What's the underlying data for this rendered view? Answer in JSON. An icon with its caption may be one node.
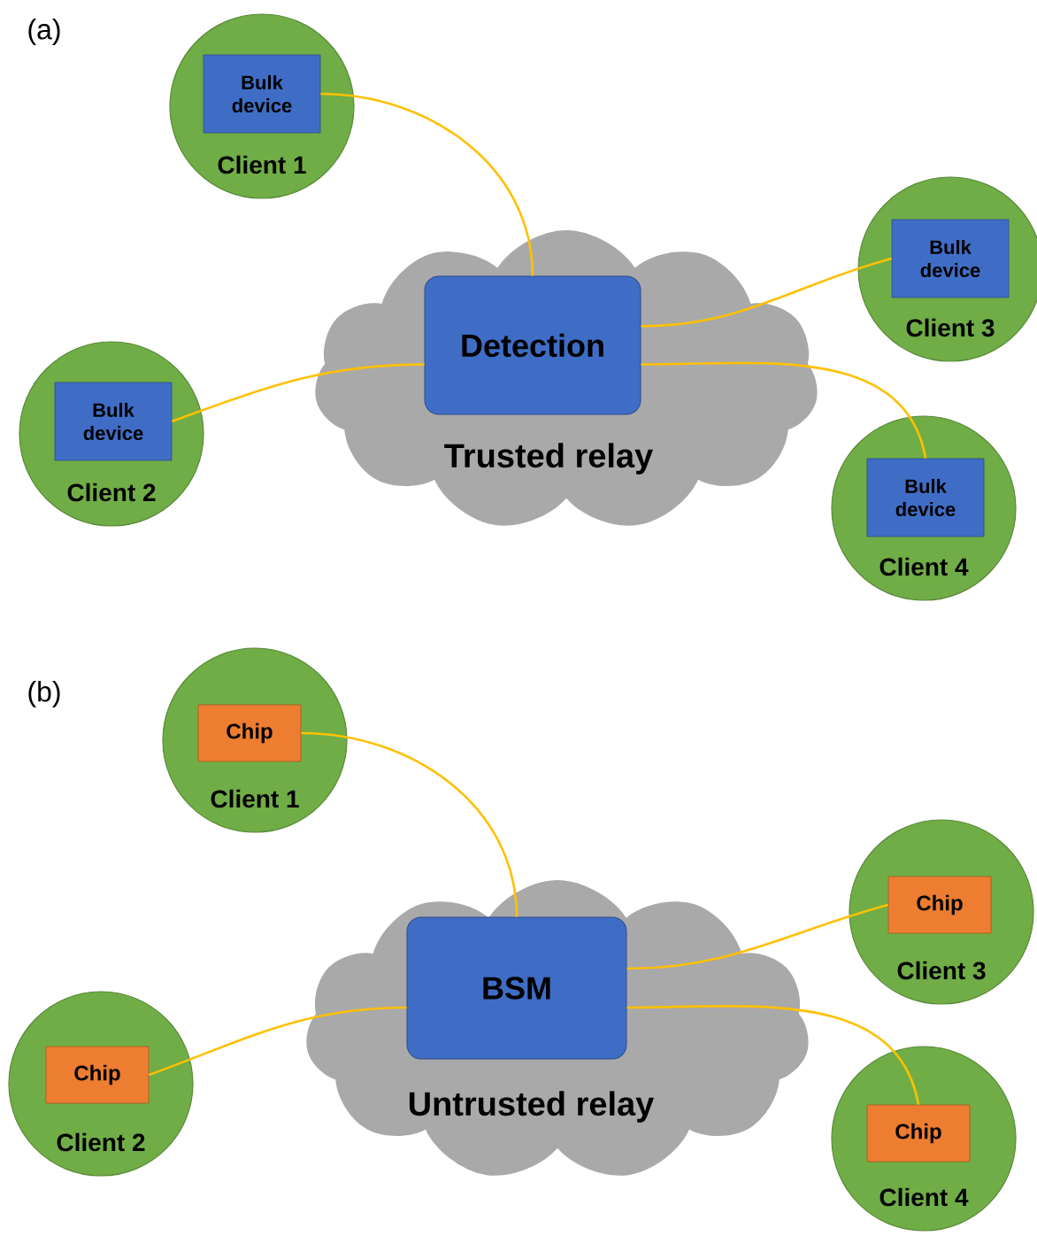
{
  "diagram": {
    "nodes": [
      {
        "text": [
          "Client 1"
        ]
      },
      {
        "text": [
          "Bulk device"
        ],
        "in": 0
      },
      {
        "text": [
          "Trusted relay"
        ]
      },
      {
        "text": [
          "Detection"
        ],
        "in": 2
      },
      {
        "text": [
          "Client 3"
        ]
      },
      {
        "text": [
          "Bulk device"
        ],
        "in": 4
      },
      {
        "text": [
          "Client 2"
        ]
      },
      {
        "text": [
          "Bulk device"
        ],
        "in": 6
      },
      {
        "text": [
          "Client 4"
        ]
      },
      {
        "text": [
          "Bulk device"
        ],
        "in": 8
      },
      {
        "text": [
          "Client 1"
        ]
      },
      {
        "text": [
          "Chip"
        ],
        "in": 10
      },
      {
        "text": [
          "Untrusted relay"
        ]
      },
      {
        "text": [
          "BSM"
        ],
        "in": 12
      },
      {
        "text": [
          "Client 3"
        ]
      },
      {
        "text": [
          "Chip"
        ],
        "in": 14
      },
      {
        "text": [
          "Client 2"
        ]
      },
      {
        "text": [
          "Chip"
        ],
        "in": 16
      },
      {
        "text": [
          "Client 4"
        ]
      },
      {
        "text": [
          "Chip"
        ],
        "in": 18
      }
    ],
    "edges": [
      {
        "from": 1,
        "to": 3,
        "arrow": "none"
      },
      {
        "from": 5,
        "to": 3,
        "arrow": "none"
      },
      {
        "from": 7,
        "to": 3,
        "arrow": "none"
      },
      {
        "from": 9,
        "to": 3,
        "arrow": "none"
      },
      {
        "from": 11,
        "to": 13,
        "arrow": "none"
      },
      {
        "from": 15,
        "to": 13,
        "arrow": "none"
      },
      {
        "from": 17,
        "to": 13,
        "arrow": "none"
      },
      {
        "from": 19,
        "to": 13,
        "arrow": "none"
      }
    ],
    "labels": [
      "(a)",
      "(b)"
    ]
  }
}
